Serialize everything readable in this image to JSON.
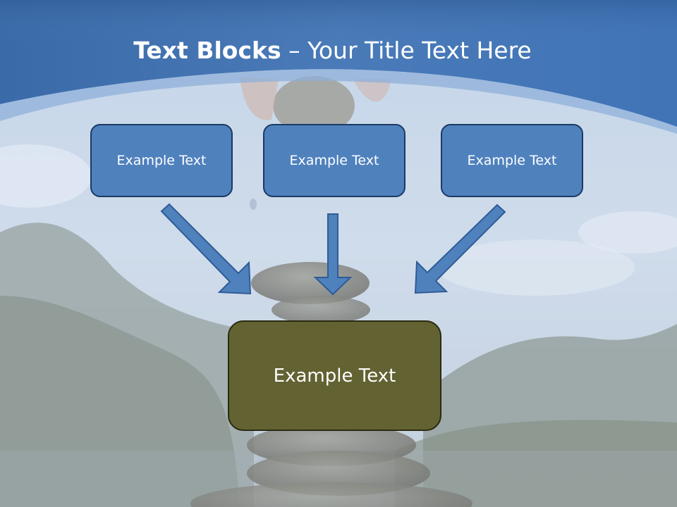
{
  "slide": {
    "title_bold": "Text Blocks",
    "title_rest": " – Your Title Text Here"
  },
  "diagram": {
    "top_blocks": [
      {
        "label": "Example Text"
      },
      {
        "label": "Example Text"
      },
      {
        "label": "Example Text"
      }
    ],
    "target_block": {
      "label": "Example Text"
    }
  },
  "colors": {
    "header_blue": "#3f6fae",
    "block_blue": "#4f81bd",
    "block_border": "#1c3a63",
    "target_olive": "#636232",
    "target_border": "#2b2a12",
    "arrow_fill": "#4f81bd",
    "arrow_stroke": "#2f5c96"
  }
}
